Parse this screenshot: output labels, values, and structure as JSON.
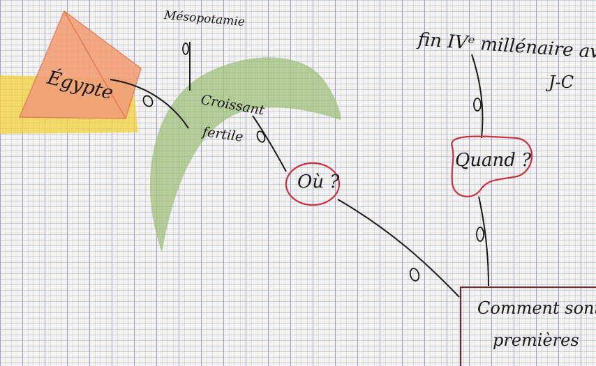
{
  "labels": {
    "egypte": "Égypte",
    "mesopotamie": "Mésopotamie",
    "croissant_line1": "Croissant",
    "croissant_line2": "fertile",
    "ou": "Où ?",
    "fin_millenaire": "fin IVᵉ millénaire av",
    "jc": "J-C",
    "quand": "Quand ?",
    "comment_line1": "Comment sont",
    "comment_line2": "premières"
  },
  "colors": {
    "pyramid": "#f2a078",
    "desert": "#f0d23a",
    "crescent": "#9fbf7a",
    "circle": "#c8323f",
    "box": "#6a2a32",
    "ink": "#1a1a1a"
  }
}
